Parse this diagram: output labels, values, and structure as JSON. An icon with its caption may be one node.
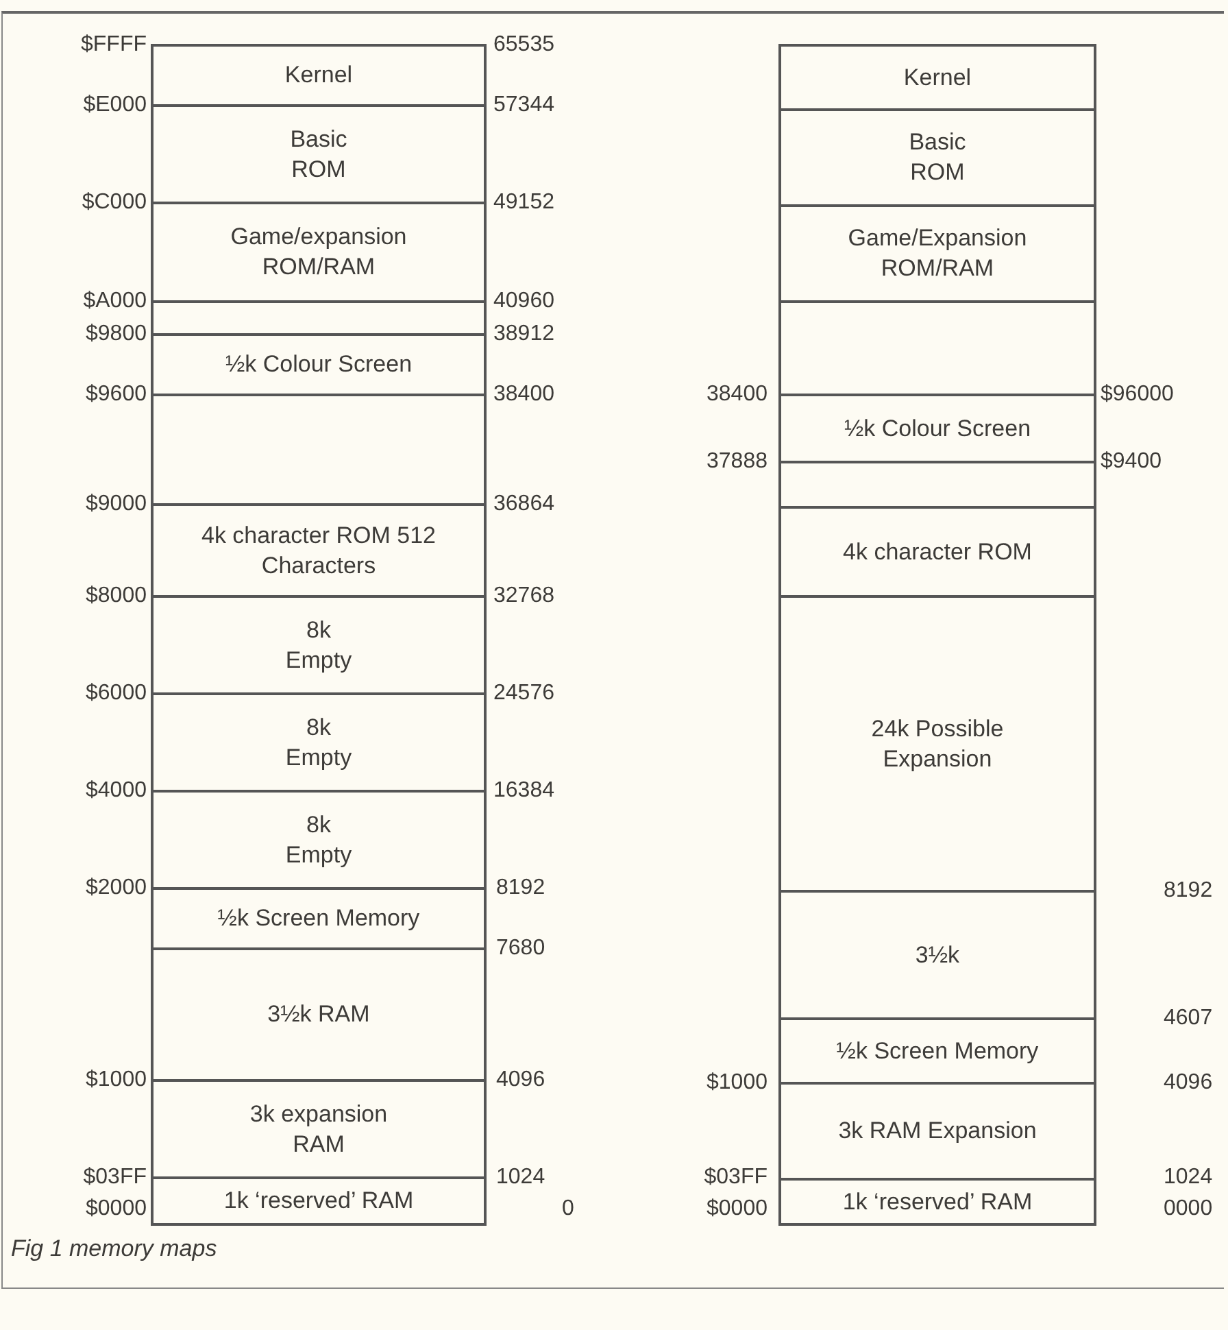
{
  "diagram": {
    "caption": "Fig 1 memory maps",
    "nodes": [
      {
        "text": [
          "Kernel"
        ]
      },
      {
        "text": [
          "Basic ROM"
        ]
      },
      {
        "text": [
          "Game/expansion ROM/RAM"
        ]
      },
      {
        "text": [],
        "shape": "box"
      },
      {
        "text": [
          "½k Colour Screen"
        ]
      },
      {
        "text": [],
        "shape": "box"
      },
      {
        "text": [
          "4k character ROM 512 Characters"
        ]
      },
      {
        "text": [
          "8k Empty"
        ]
      },
      {
        "text": [
          "8k Empty"
        ]
      },
      {
        "text": [
          "8k Empty"
        ]
      },
      {
        "text": [
          "½k Screen Memory"
        ]
      },
      {
        "text": [
          "3½k RAM"
        ]
      },
      {
        "text": [
          "3k expansion RAM"
        ]
      },
      {
        "text": [
          "1k ‘reserved’ RAM"
        ]
      },
      {
        "text": [
          "Kernel"
        ]
      },
      {
        "text": [
          "Basic ROM"
        ]
      },
      {
        "text": [
          "Game/Expansion ROM/RAM"
        ]
      },
      {
        "text": [],
        "shape": "box"
      },
      {
        "text": [
          "½k Colour Screen"
        ]
      },
      {
        "text": [],
        "shape": "box"
      },
      {
        "text": [
          "4k character ROM"
        ]
      },
      {
        "text": [
          "24k Possible Expansion"
        ]
      },
      {
        "text": [
          "3½k"
        ]
      },
      {
        "text": [
          "½k Screen Memory"
        ]
      },
      {
        "text": [
          "3k RAM Expansion"
        ]
      },
      {
        "text": [
          "1k ‘reserved’ RAM"
        ]
      }
    ],
    "labels": [
      "$FFFF",
      "65535",
      "$E000",
      "57344",
      "$C000",
      "49152",
      "$A000",
      "40960",
      "$9800",
      "38912",
      "$9600",
      "38400",
      "$9000",
      "36864",
      "$8000",
      "32768",
      "$6000",
      "24576",
      "$4000",
      "16384",
      "$2000",
      "8192",
      "7680",
      "$1000",
      "4096",
      "$03FF",
      "1024",
      "$0000",
      "0",
      "38400",
      "$96000",
      "37888",
      "$9400",
      "8192",
      "4607",
      "$1000",
      "4096",
      "$03FF",
      "1024",
      "$0000",
      "0000"
    ]
  }
}
